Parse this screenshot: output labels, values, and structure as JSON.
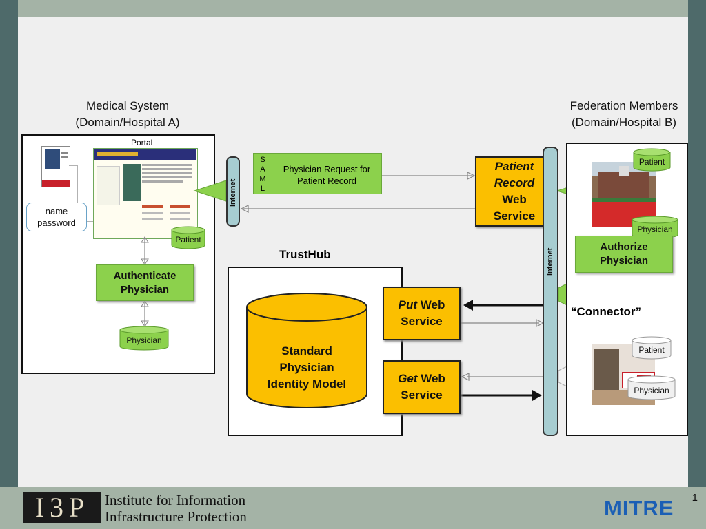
{
  "left_title": [
    "Medical System",
    "(Domain/Hospital A)"
  ],
  "right_title": [
    "Federation Members",
    "(Domain/Hospital B)"
  ],
  "portal_label": "Portal",
  "credentials": [
    "name",
    "password"
  ],
  "patient_label": "Patient",
  "physician_label": "Physician",
  "authenticate": [
    "Authenticate",
    "Physician"
  ],
  "saml": [
    "S",
    "A",
    "M",
    "L"
  ],
  "request": [
    "Physician Request for",
    "Patient Record"
  ],
  "internet_label": "Internet",
  "patient_record_ws": [
    "Patient",
    "Record",
    "Web",
    "Service"
  ],
  "trusthub": "TrustHub",
  "standard_model": [
    "Standard",
    "Physician",
    "Identity Model"
  ],
  "put_ws": {
    "em": "Put",
    "rest": " Web",
    "line2": "Service"
  },
  "get_ws": {
    "em": "Get",
    "rest": " Web",
    "line2": "Service"
  },
  "authorize": [
    "Authorize",
    "Physician"
  ],
  "connector": "“Connector”",
  "footer": {
    "logo": "I3P",
    "org_lines": [
      "Institute for Information",
      "Infrastructure Protection"
    ],
    "mitre": "MITRE",
    "page_number": "1"
  },
  "colors": {
    "green": "#8cd14c",
    "orange": "#fbbf00",
    "teal_pipe": "#a7cdd1"
  }
}
